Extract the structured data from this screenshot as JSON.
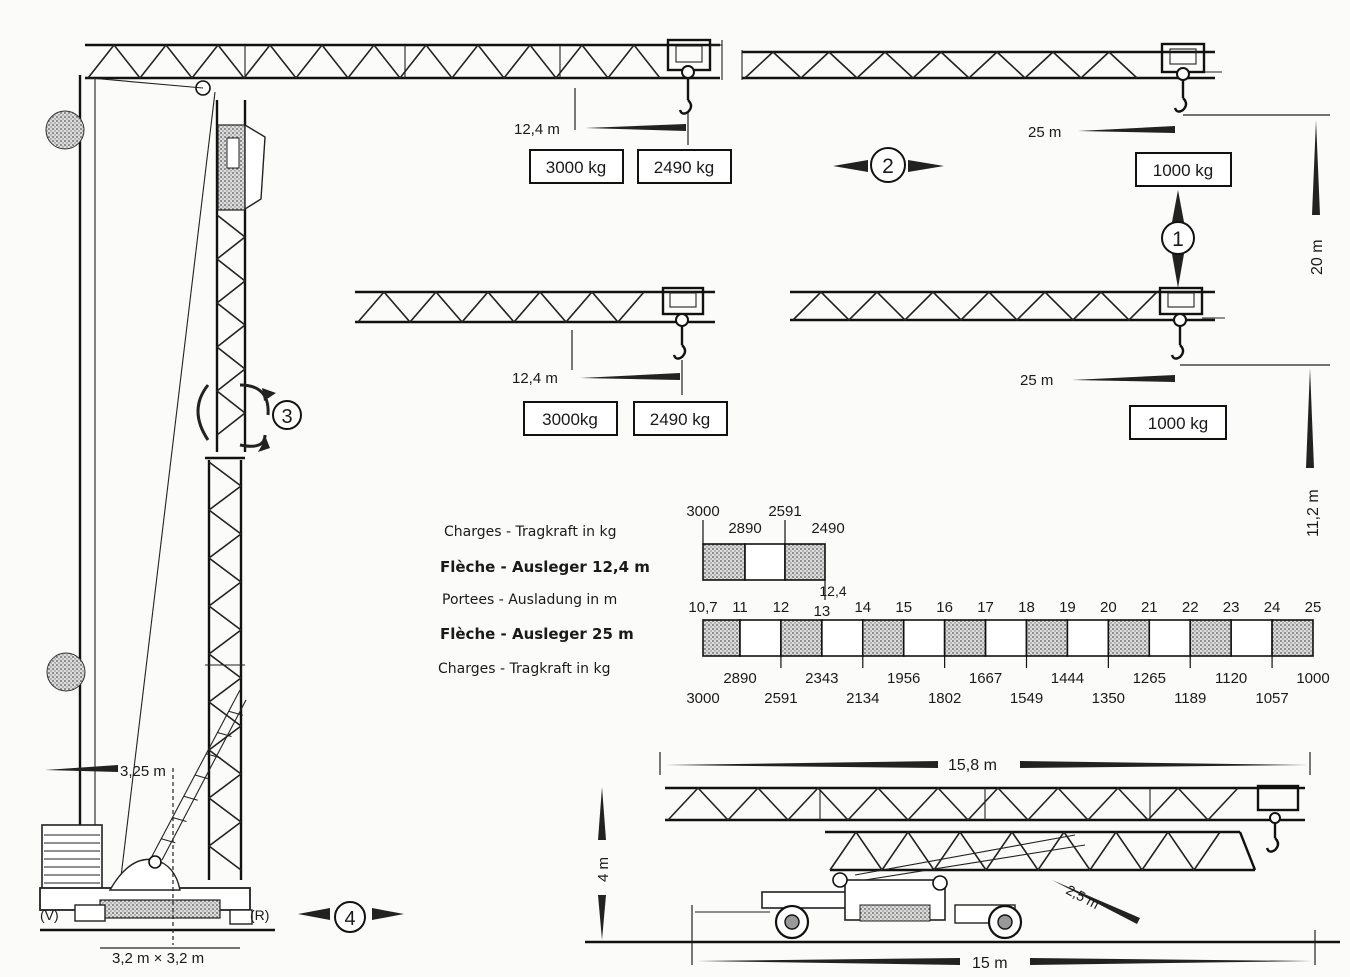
{
  "diagram": {
    "radius_labels": {
      "top_left": "12,4 m",
      "top_right": "25 m",
      "mid_left": "12,4 m",
      "mid_right": "25 m"
    },
    "load_boxes": {
      "top_left_a": "3000 kg",
      "top_left_b": "2490 kg",
      "top_right": "1000 kg",
      "mid_left_a": "3000kg",
      "mid_left_b": "2490 kg",
      "mid_right": "1000 kg"
    },
    "step_markers": [
      "1",
      "2",
      "3",
      "4"
    ],
    "heights": {
      "h20": "20 m",
      "h11": "11,2 m"
    },
    "tower_labels": {
      "counterweight": "3,25 m",
      "left_marker": "(V)",
      "right_marker": "(R)",
      "base": "3,2 m × 3,2 m"
    },
    "transport": {
      "length_total": "15,8 m",
      "length_base": "15 m",
      "height": "4 m",
      "tail": "2,5 m"
    }
  },
  "load_table": {
    "rows": {
      "charges_top": "Charges - Tragkraft in kg",
      "fleche_12": "Flèche - Ausleger 12,4 m",
      "portees": "Portees - Ausladung in m",
      "fleche_25": "Flèche - Ausleger 25 m",
      "charges_bottom": "Charges - Tragkraft in kg"
    },
    "short_top_row1": [
      "3000",
      "2591"
    ],
    "short_top_row2": [
      "2890",
      "2490"
    ],
    "short_end": "12,4",
    "distances": [
      "10,7",
      "11",
      "12",
      "13",
      "14",
      "15",
      "16",
      "17",
      "18",
      "19",
      "20",
      "21",
      "22",
      "23",
      "24",
      "25"
    ],
    "long_bottom_row1": [
      "2890",
      "2343",
      "1956",
      "1667",
      "1444",
      "1265",
      "1120",
      "1000"
    ],
    "long_bottom_row2": [
      "3000",
      "2591",
      "2134",
      "1802",
      "1549",
      "1350",
      "1189",
      "1057"
    ]
  }
}
